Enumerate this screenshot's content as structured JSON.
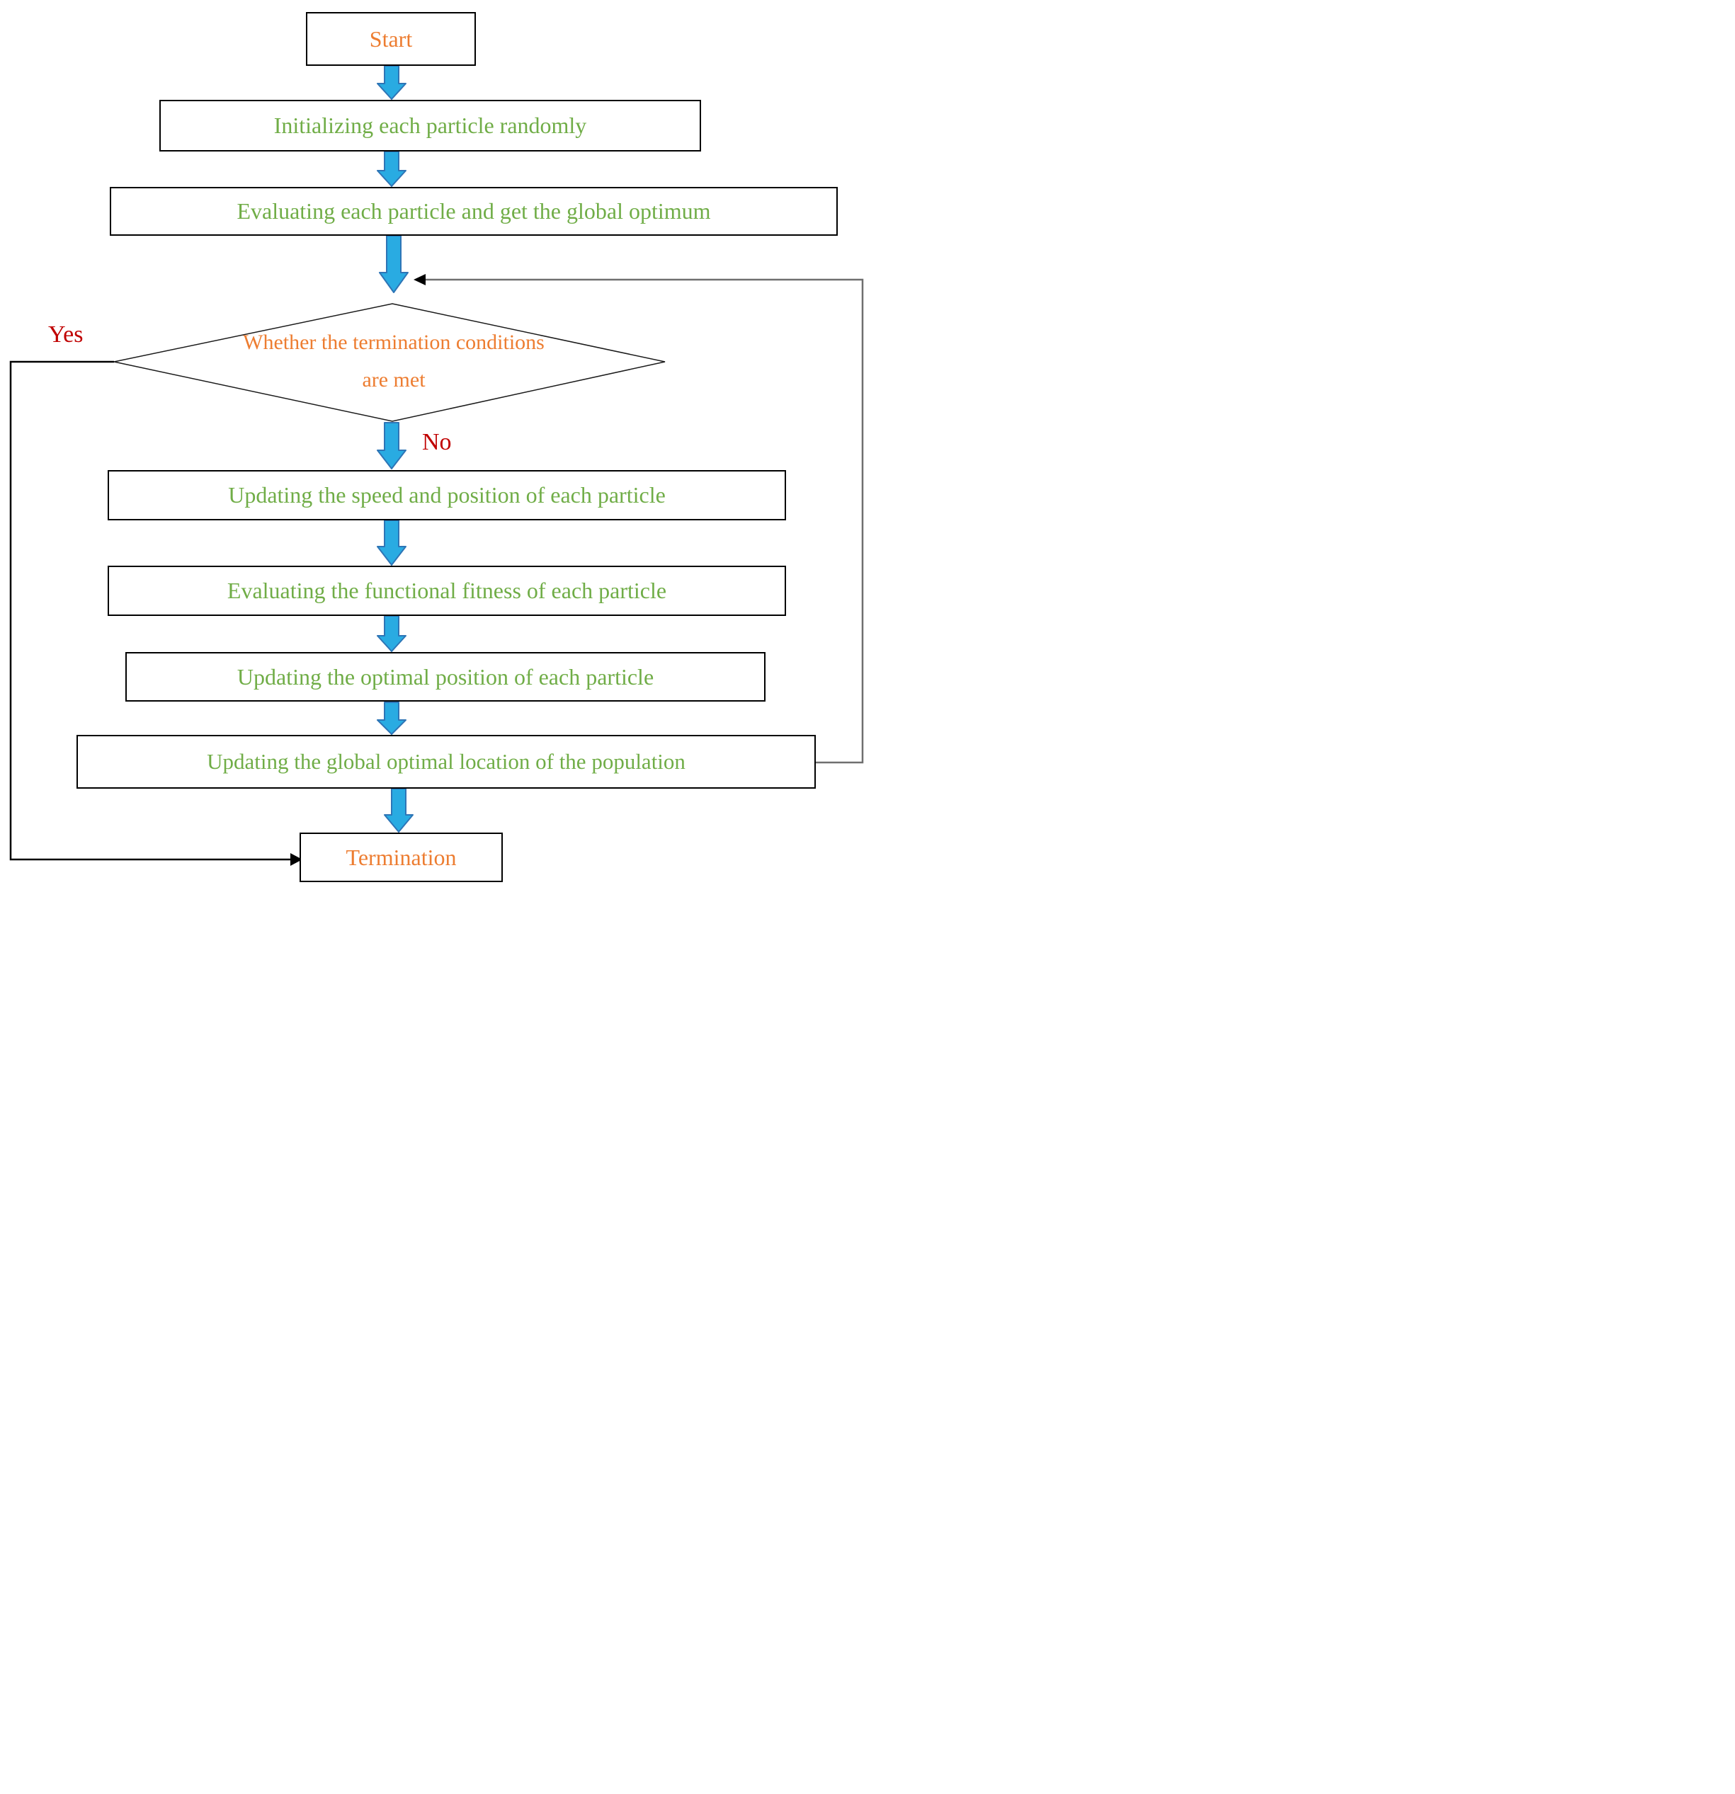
{
  "diagram": {
    "type": "flowchart",
    "description_visible_only": "Particle-swarm style optimization loop flowchart"
  },
  "nodes": {
    "start": {
      "label": "Start"
    },
    "init": {
      "label": "Initializing each particle randomly"
    },
    "evaluate_global": {
      "label": "Evaluating each particle and get the global optimum"
    },
    "decision": {
      "label": "Whether the termination conditions are met"
    },
    "update_speed": {
      "label": "Updating the speed and position of each particle"
    },
    "evaluate_fitness": {
      "label": "Evaluating the functional fitness of each particle"
    },
    "update_optimal": {
      "label": "Updating the optimal position of each particle"
    },
    "update_global": {
      "label": "Updating the global optimal location of the population"
    },
    "termination": {
      "label": "Termination"
    }
  },
  "branches": {
    "yes": "Yes",
    "no": "No"
  },
  "colors": {
    "process_text_green": "#70AD47",
    "terminal_text_orange": "#ED7D31",
    "branch_label_red": "#C00000",
    "flow_arrow_fill_blue": "#29ABE2",
    "flow_arrow_stroke_blue": "#2E75B6",
    "connector_black": "#000000",
    "connector_gray": "#6F6F6F",
    "node_border": "#000000",
    "background": "#FFFFFF"
  }
}
